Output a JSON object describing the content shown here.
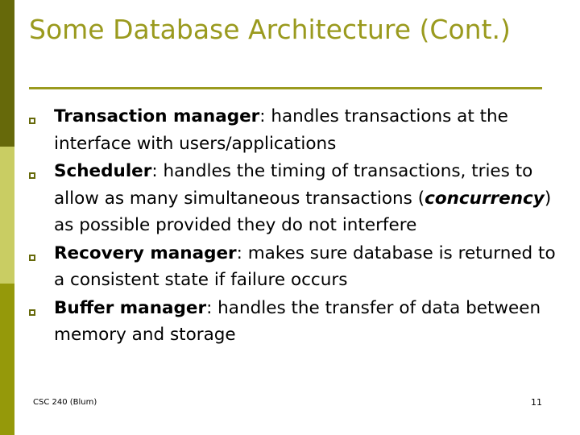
{
  "slide": {
    "title": "Some Database Architecture (Cont.)",
    "title_line1": "Some Database Architecture",
    "title_line2": "(Cont.)",
    "accent_color": "#9a9a1e",
    "bullet_marker_color": "#66690a",
    "sidebar_colors": [
      "#66690a",
      "#c9cd63",
      "#95990a"
    ],
    "body_text_color": "#000000",
    "background_color": "#ffffff",
    "bullets": [
      {
        "term": "Transaction manager",
        "separator": ": ",
        "description": "handles transactions at the interface with users/applications",
        "full_text": "Transaction manager: handles transactions at the interface with users/applications"
      },
      {
        "term": "Scheduler",
        "separator": ": ",
        "description_part1": "handles the timing of transactions, tries to allow as many simultaneous transactions (",
        "emphasis": "concurrency",
        "description_part2": ") as possible provided they do not interfere",
        "full_text": "Scheduler: handles the timing of transactions, tries to allow as many simultaneous transactions (concurrency) as possible provided they do not interfere"
      },
      {
        "term": "Recovery manager",
        "separator": ": ",
        "description": "makes sure database is returned to a consistent state if failure occurs",
        "full_text": "Recovery manager: makes sure database is returned to a consistent state if failure occurs"
      },
      {
        "term": "Buffer manager",
        "separator": ": ",
        "description": "handles the transfer of data between memory and storage",
        "full_text": "Buffer manager: handles the transfer of data between memory and storage"
      }
    ],
    "footer": {
      "course": "CSC 240 (Blum)",
      "page_number": "11"
    }
  }
}
